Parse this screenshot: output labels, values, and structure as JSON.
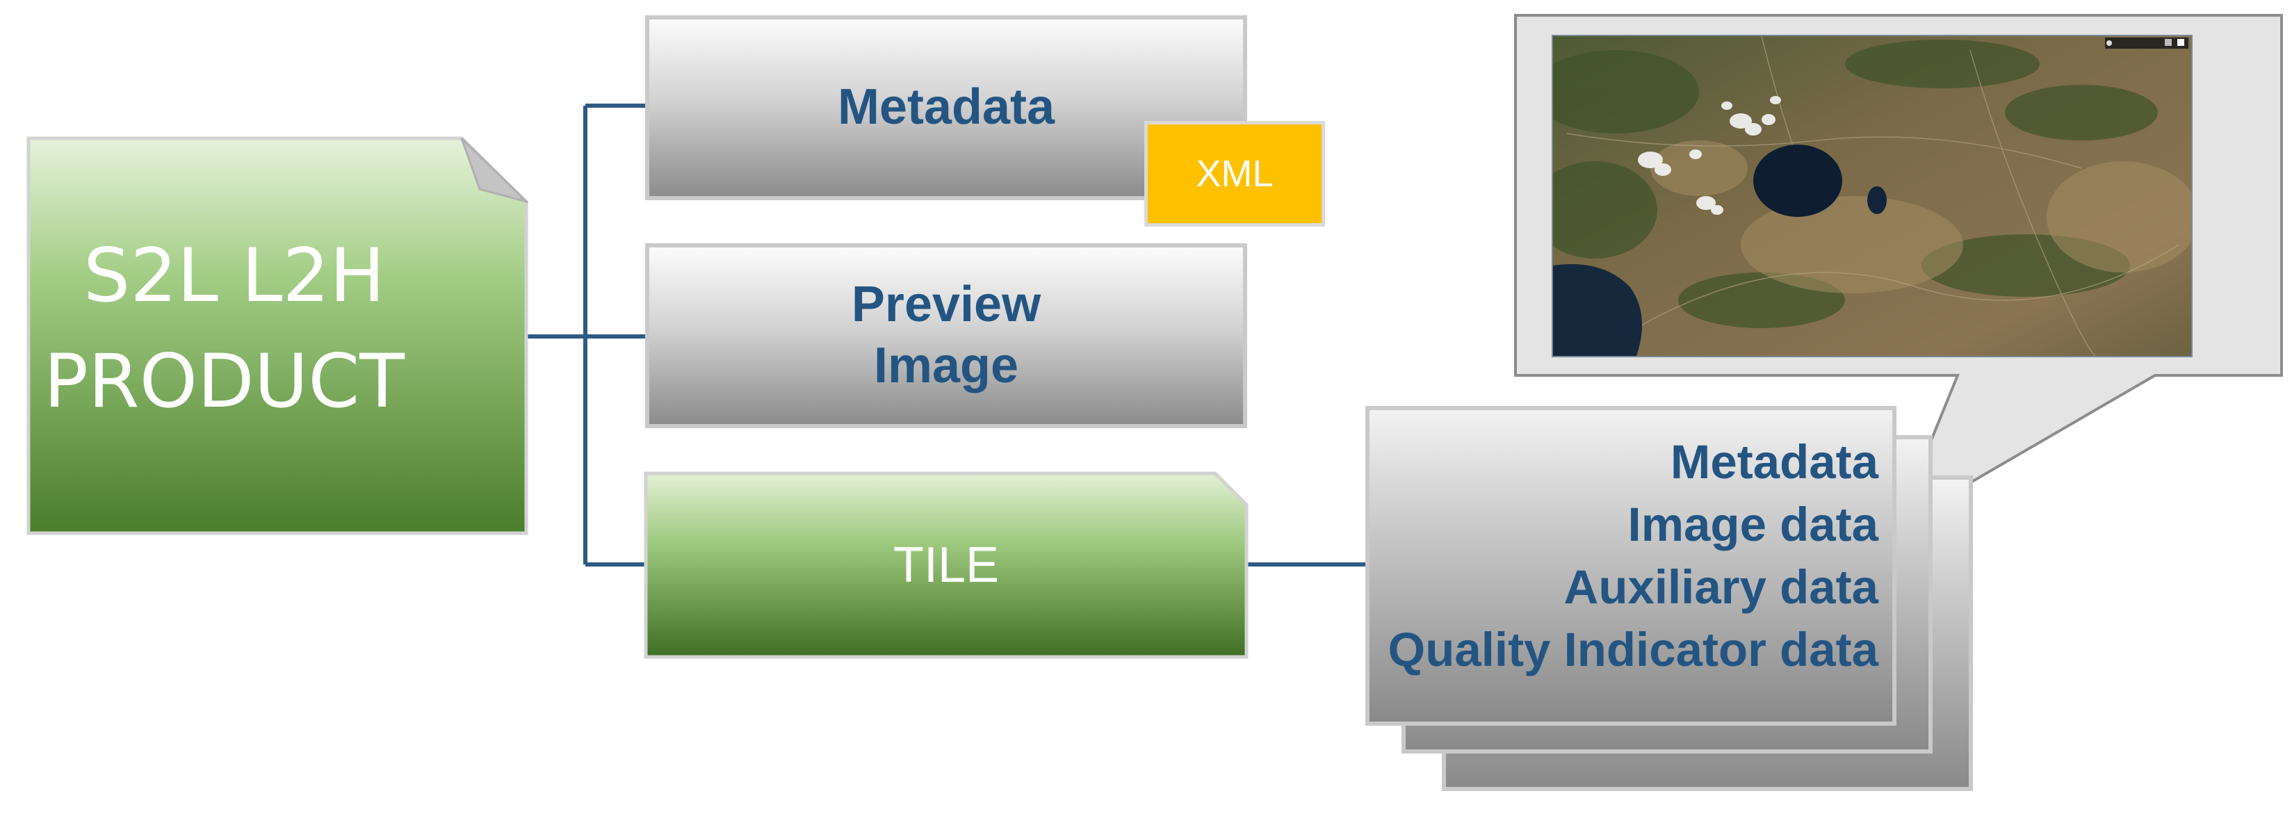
{
  "product": {
    "line1": "S2L L2H",
    "line2": "PRODUCT"
  },
  "metadata_box": {
    "label": "Metadata"
  },
  "xml_badge": {
    "label": "XML"
  },
  "preview_box": {
    "line1": "Preview",
    "line2": "Image"
  },
  "tile_box": {
    "label": "TILE"
  },
  "tile_contents": {
    "items": [
      "Metadata",
      "Image data",
      "Auxiliary data",
      "Quality Indicator data"
    ]
  },
  "colors": {
    "connector": "#2f5a84",
    "label_blue": "#245582",
    "green_top": "#d9ecc7",
    "green_bottom": "#4a7e2b",
    "xml_badge": "#ffc000",
    "callout_fill": "#e4e4e4",
    "callout_stroke": "#8c8c8c"
  },
  "preview_icon": "satellite-image"
}
